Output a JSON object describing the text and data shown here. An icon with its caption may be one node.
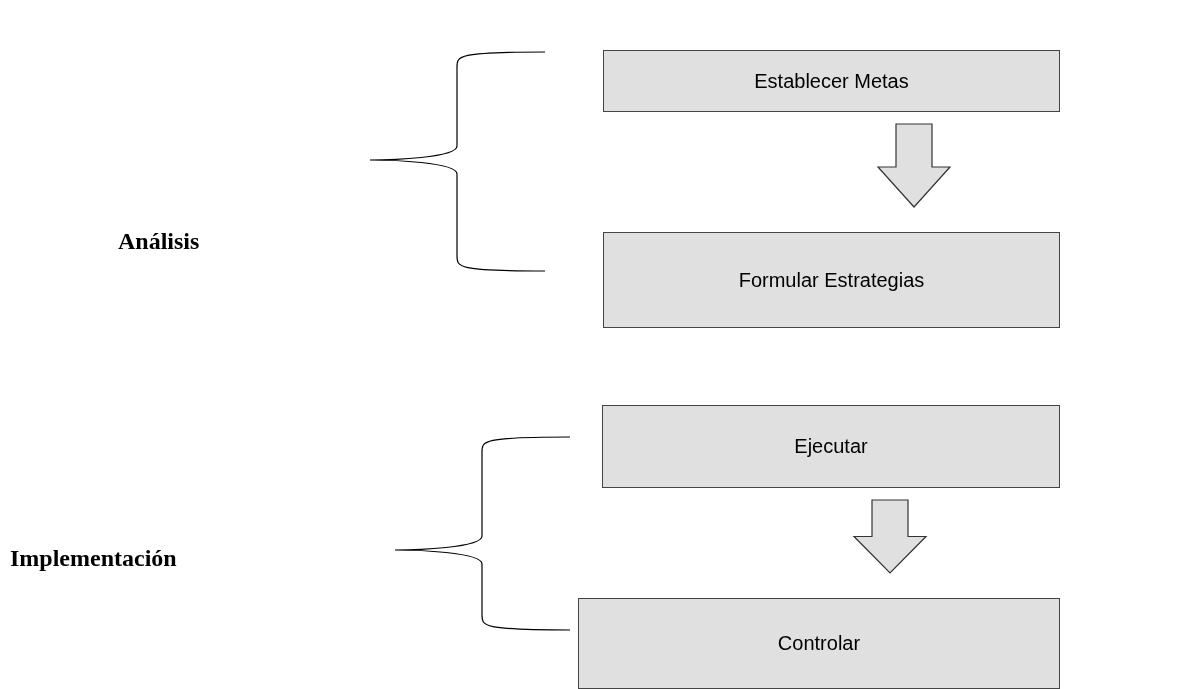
{
  "diagram": {
    "nodes": [
      {
        "text": [
          "Establecer Metas"
        ]
      },
      {
        "text": [
          "Formular Estrategias"
        ]
      },
      {
        "text": [
          "Ejecutar"
        ]
      },
      {
        "text": [
          "Controlar"
        ]
      }
    ],
    "edges": [
      {
        "from": 0,
        "to": 1,
        "arrow": "to"
      },
      {
        "from": 2,
        "to": 3,
        "arrow": "to"
      }
    ],
    "labels": [
      "Análisis",
      "Implementación"
    ]
  }
}
